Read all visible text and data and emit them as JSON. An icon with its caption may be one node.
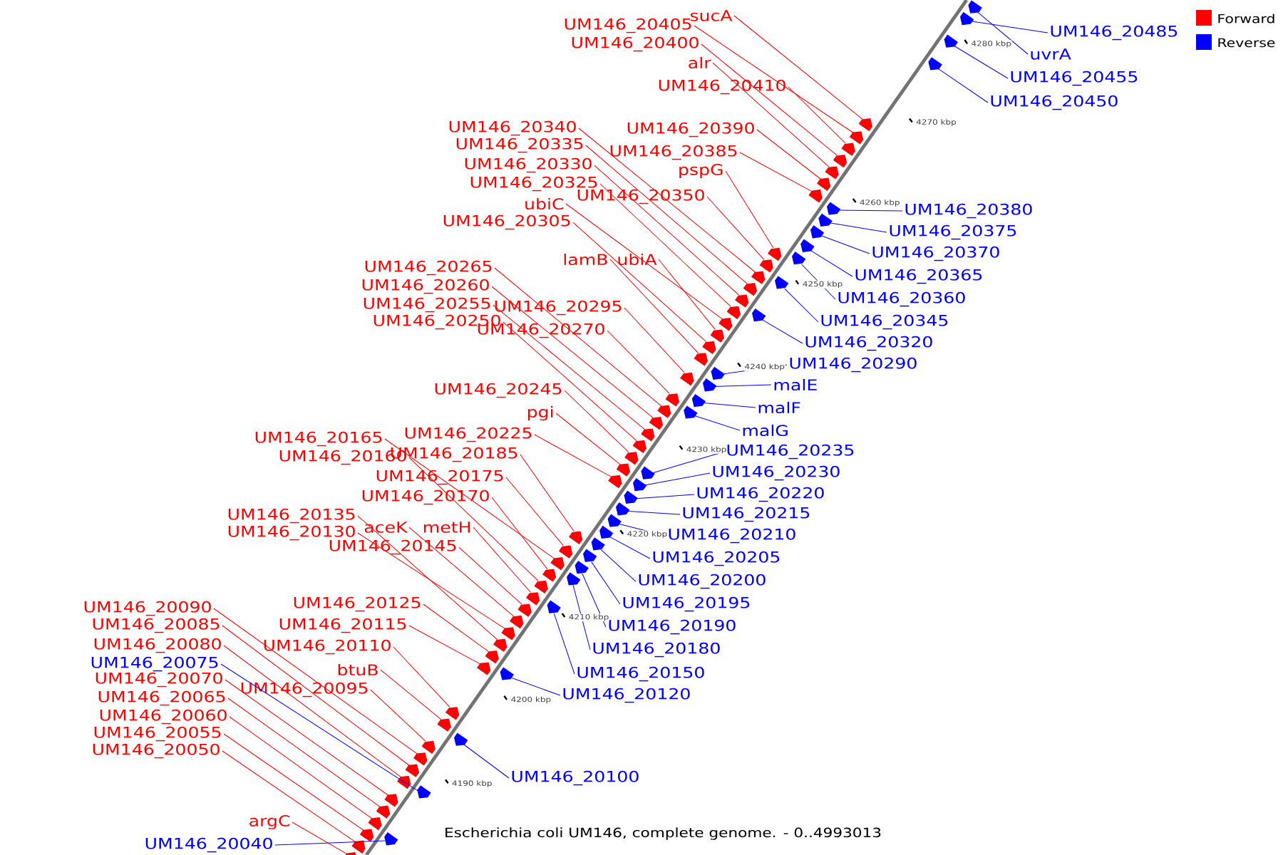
{
  "diagram": {
    "caption": "Escherichia coli UM146, complete genome. - 0..4993013",
    "nodes": [
      {
        "text": [
          "sucA"
        ]
      },
      {
        "text": [
          "UM146_20405"
        ]
      },
      {
        "text": [
          "UM146_20400"
        ]
      },
      {
        "text": [
          "alr"
        ]
      },
      {
        "text": [
          "UM146_20410"
        ]
      },
      {
        "text": [
          "UM146_20390"
        ]
      },
      {
        "text": [
          "UM146_20385"
        ]
      },
      {
        "text": [
          "pspG"
        ]
      },
      {
        "text": [
          "UM146_20340"
        ]
      },
      {
        "text": [
          "UM146_20335"
        ]
      },
      {
        "text": [
          "UM146_20330"
        ]
      },
      {
        "text": [
          "UM146_20325"
        ]
      },
      {
        "text": [
          "UM146_20350"
        ]
      },
      {
        "text": [
          "ubiC"
        ]
      },
      {
        "text": [
          "UM146_20305"
        ]
      },
      {
        "text": [
          "lamB"
        ]
      },
      {
        "text": [
          "ubiA"
        ]
      },
      {
        "text": [
          "UM146_20265"
        ]
      },
      {
        "text": [
          "UM146_20260"
        ]
      },
      {
        "text": [
          "UM146_20255"
        ]
      },
      {
        "text": [
          "UM146_20250"
        ]
      },
      {
        "text": [
          "UM146_20295"
        ]
      },
      {
        "text": [
          "UM146_20270"
        ]
      },
      {
        "text": [
          "UM146_20245"
        ]
      },
      {
        "text": [
          "pgi"
        ]
      },
      {
        "text": [
          "UM146_20225"
        ]
      },
      {
        "text": [
          "UM146_20165"
        ]
      },
      {
        "text": [
          "UM146_20160"
        ]
      },
      {
        "text": [
          "UM146_20185"
        ]
      },
      {
        "text": [
          "UM146_20175"
        ]
      },
      {
        "text": [
          "UM146_20170"
        ]
      },
      {
        "text": [
          "UM146_20135"
        ]
      },
      {
        "text": [
          "UM146_20130"
        ]
      },
      {
        "text": [
          "aceK"
        ]
      },
      {
        "text": [
          "metH"
        ]
      },
      {
        "text": [
          "UM146_20145"
        ]
      },
      {
        "text": [
          "UM146_20125"
        ]
      },
      {
        "text": [
          "UM146_20115"
        ]
      },
      {
        "text": [
          "UM146_20110"
        ]
      },
      {
        "text": [
          "btuB"
        ]
      },
      {
        "text": [
          "UM146_20095"
        ]
      },
      {
        "text": [
          "UM146_20090"
        ]
      },
      {
        "text": [
          "UM146_20085"
        ]
      },
      {
        "text": [
          "UM146_20080"
        ]
      },
      {
        "text": [
          "UM146_20075"
        ]
      },
      {
        "text": [
          "UM146_20070"
        ]
      },
      {
        "text": [
          "UM146_20065"
        ]
      },
      {
        "text": [
          "UM146_20060"
        ]
      },
      {
        "text": [
          "UM146_20055"
        ]
      },
      {
        "text": [
          "UM146_20050"
        ]
      },
      {
        "text": [
          "argC"
        ]
      },
      {
        "text": [
          "UM146_20040"
        ]
      },
      {
        "text": [
          "UM146_20485"
        ]
      },
      {
        "text": [
          "uvrA"
        ]
      },
      {
        "text": [
          "UM146_20455"
        ]
      },
      {
        "text": [
          "UM146_20450"
        ]
      },
      {
        "text": [
          "UM146_20380"
        ]
      },
      {
        "text": [
          "UM146_20375"
        ]
      },
      {
        "text": [
          "UM146_20370"
        ]
      },
      {
        "text": [
          "UM146_20365"
        ]
      },
      {
        "text": [
          "UM146_20360"
        ]
      },
      {
        "text": [
          "UM146_20345"
        ]
      },
      {
        "text": [
          "UM146_20320"
        ]
      },
      {
        "text": [
          "UM146_20290"
        ]
      },
      {
        "text": [
          "malE"
        ]
      },
      {
        "text": [
          "malF"
        ]
      },
      {
        "text": [
          "malG"
        ]
      },
      {
        "text": [
          "UM146_20235"
        ]
      },
      {
        "text": [
          "UM146_20230"
        ]
      },
      {
        "text": [
          "UM146_20220"
        ]
      },
      {
        "text": [
          "UM146_20215"
        ]
      },
      {
        "text": [
          "UM146_20210"
        ]
      },
      {
        "text": [
          "UM146_20205"
        ]
      },
      {
        "text": [
          "UM146_20200"
        ]
      },
      {
        "text": [
          "UM146_20195"
        ]
      },
      {
        "text": [
          "UM146_20190"
        ]
      },
      {
        "text": [
          "UM146_20180"
        ]
      },
      {
        "text": [
          "UM146_20150"
        ]
      },
      {
        "text": [
          "UM146_20120"
        ]
      },
      {
        "text": [
          "UM146_20100"
        ]
      },
      {
        "text": [],
        "shape": "arrow"
      },
      {
        "text": [],
        "shape": "arrow"
      },
      {
        "text": [],
        "shape": "arrow"
      },
      {
        "text": [],
        "shape": "arrow"
      },
      {
        "text": [],
        "shape": "arrow"
      },
      {
        "text": [],
        "shape": "arrow"
      },
      {
        "text": [],
        "shape": "arrow"
      },
      {
        "text": [],
        "shape": "arrow"
      },
      {
        "text": [],
        "shape": "arrow"
      },
      {
        "text": [],
        "shape": "arrow"
      },
      {
        "text": [],
        "shape": "arrow"
      },
      {
        "text": [],
        "shape": "arrow"
      },
      {
        "text": [],
        "shape": "arrow"
      },
      {
        "text": [],
        "shape": "arrow"
      },
      {
        "text": [],
        "shape": "arrow"
      },
      {
        "text": [],
        "shape": "arrow"
      },
      {
        "text": [],
        "shape": "arrow"
      },
      {
        "text": [],
        "shape": "arrow"
      },
      {
        "text": [],
        "shape": "arrow"
      },
      {
        "text": [],
        "shape": "arrow"
      },
      {
        "text": [],
        "shape": "arrow"
      },
      {
        "text": [],
        "shape": "arrow"
      },
      {
        "text": [],
        "shape": "arrow"
      },
      {
        "text": [],
        "shape": "arrow"
      },
      {
        "text": [],
        "shape": "arrow"
      },
      {
        "text": [],
        "shape": "arrow"
      },
      {
        "text": [],
        "shape": "arrow"
      },
      {
        "text": [],
        "shape": "arrow"
      },
      {
        "text": [],
        "shape": "arrow"
      },
      {
        "text": [],
        "shape": "arrow"
      },
      {
        "text": [],
        "shape": "arrow"
      },
      {
        "text": [],
        "shape": "arrow"
      },
      {
        "text": [],
        "shape": "arrow"
      },
      {
        "text": [],
        "shape": "arrow"
      },
      {
        "text": [],
        "shape": "arrow"
      },
      {
        "text": [],
        "shape": "arrow"
      },
      {
        "text": [],
        "shape": "arrow"
      },
      {
        "text": [],
        "shape": "arrow"
      },
      {
        "text": [],
        "shape": "arrow"
      },
      {
        "text": [],
        "shape": "arrow"
      },
      {
        "text": [],
        "shape": "arrow"
      },
      {
        "text": [],
        "shape": "arrow"
      },
      {
        "text": [],
        "shape": "arrow"
      },
      {
        "text": [],
        "shape": "arrow"
      },
      {
        "text": [],
        "shape": "arrow"
      },
      {
        "text": [],
        "shape": "arrow"
      },
      {
        "text": [],
        "shape": "arrow"
      },
      {
        "text": [],
        "shape": "arrow"
      },
      {
        "text": [],
        "shape": "arrow"
      },
      {
        "text": [],
        "shape": "arrow"
      },
      {
        "text": [],
        "shape": "arrow"
      },
      {
        "text": [],
        "shape": "arrow"
      },
      {
        "text": [],
        "shape": "arrow"
      },
      {
        "text": [],
        "shape": "arrow"
      },
      {
        "text": [],
        "shape": "arrow"
      },
      {
        "text": [],
        "shape": "arrow"
      },
      {
        "text": [],
        "shape": "arrow"
      },
      {
        "text": [],
        "shape": "arrow"
      },
      {
        "text": [],
        "shape": "arrow"
      },
      {
        "text": [],
        "shape": "arrow"
      },
      {
        "text": [],
        "shape": "arrow"
      },
      {
        "text": [],
        "shape": "arrow"
      },
      {
        "text": [],
        "shape": "arrow"
      },
      {
        "text": [],
        "shape": "arrow"
      },
      {
        "text": [],
        "shape": "arrow"
      },
      {
        "text": [],
        "shape": "arrow"
      },
      {
        "text": [],
        "shape": "arrow"
      },
      {
        "text": [],
        "shape": "arrow"
      },
      {
        "text": [],
        "shape": "arrow"
      },
      {
        "text": [],
        "shape": "arrow"
      },
      {
        "text": [],
        "shape": "arrow"
      },
      {
        "text": [],
        "shape": "arrow"
      },
      {
        "text": [],
        "shape": "arrow"
      },
      {
        "text": [],
        "shape": "arrow"
      },
      {
        "text": [],
        "shape": "arrow"
      },
      {
        "text": [],
        "shape": "arrow"
      },
      {
        "text": [],
        "shape": "arrow"
      },
      {
        "text": [],
        "shape": "arrow"
      },
      {
        "text": [],
        "shape": "arrow"
      },
      {
        "text": [],
        "shape": "arrow"
      }
    ],
    "edges": [
      {
        "from": 0,
        "to": 80,
        "arrow": "none"
      },
      {
        "from": 1,
        "to": 81,
        "arrow": "none"
      },
      {
        "from": 2,
        "to": 82,
        "arrow": "none"
      },
      {
        "from": 3,
        "to": 83,
        "arrow": "none"
      },
      {
        "from": 4,
        "to": 84,
        "arrow": "none"
      },
      {
        "from": 5,
        "to": 85,
        "arrow": "none"
      },
      {
        "from": 6,
        "to": 86,
        "arrow": "none"
      },
      {
        "from": 7,
        "to": 87,
        "arrow": "none"
      },
      {
        "from": 8,
        "to": 88,
        "arrow": "none"
      },
      {
        "from": 9,
        "to": 89,
        "arrow": "none"
      },
      {
        "from": 10,
        "to": 90,
        "arrow": "none"
      },
      {
        "from": 11,
        "to": 91,
        "arrow": "none"
      },
      {
        "from": 12,
        "to": 92,
        "arrow": "none"
      },
      {
        "from": 13,
        "to": 93,
        "arrow": "none"
      },
      {
        "from": 14,
        "to": 94,
        "arrow": "none"
      },
      {
        "from": 15,
        "to": 95,
        "arrow": "none"
      },
      {
        "from": 16,
        "to": 96,
        "arrow": "none"
      },
      {
        "from": 17,
        "to": 97,
        "arrow": "none"
      },
      {
        "from": 18,
        "to": 98,
        "arrow": "none"
      },
      {
        "from": 19,
        "to": 99,
        "arrow": "none"
      },
      {
        "from": 20,
        "to": 100,
        "arrow": "none"
      },
      {
        "from": 21,
        "to": 101,
        "arrow": "none"
      },
      {
        "from": 22,
        "to": 102,
        "arrow": "none"
      },
      {
        "from": 23,
        "to": 103,
        "arrow": "none"
      },
      {
        "from": 24,
        "to": 104,
        "arrow": "none"
      },
      {
        "from": 25,
        "to": 105,
        "arrow": "none"
      },
      {
        "from": 26,
        "to": 106,
        "arrow": "none"
      },
      {
        "from": 27,
        "to": 107,
        "arrow": "none"
      },
      {
        "from": 28,
        "to": 108,
        "arrow": "none"
      },
      {
        "from": 29,
        "to": 109,
        "arrow": "none"
      },
      {
        "from": 30,
        "to": 110,
        "arrow": "none"
      },
      {
        "from": 31,
        "to": 111,
        "arrow": "none"
      },
      {
        "from": 32,
        "to": 112,
        "arrow": "none"
      },
      {
        "from": 33,
        "to": 113,
        "arrow": "none"
      },
      {
        "from": 34,
        "to": 114,
        "arrow": "none"
      },
      {
        "from": 35,
        "to": 115,
        "arrow": "none"
      },
      {
        "from": 36,
        "to": 116,
        "arrow": "none"
      },
      {
        "from": 37,
        "to": 117,
        "arrow": "none"
      },
      {
        "from": 38,
        "to": 118,
        "arrow": "none"
      },
      {
        "from": 39,
        "to": 119,
        "arrow": "none"
      },
      {
        "from": 40,
        "to": 120,
        "arrow": "none"
      },
      {
        "from": 41,
        "to": 121,
        "arrow": "none"
      },
      {
        "from": 42,
        "to": 122,
        "arrow": "none"
      },
      {
        "from": 43,
        "to": 123,
        "arrow": "none"
      },
      {
        "from": 44,
        "to": 124,
        "arrow": "none",
        "color": "#0000ff"
      },
      {
        "from": 45,
        "to": 125,
        "arrow": "none"
      },
      {
        "from": 46,
        "to": 126,
        "arrow": "none"
      },
      {
        "from": 47,
        "to": 127,
        "arrow": "none"
      },
      {
        "from": 48,
        "to": 128,
        "arrow": "none"
      },
      {
        "from": 49,
        "to": 129,
        "arrow": "none"
      },
      {
        "from": 50,
        "to": 130,
        "arrow": "none"
      },
      {
        "from": 51,
        "to": 131,
        "arrow": "none",
        "color": "#0000ff"
      },
      {
        "from": 52,
        "to": 132,
        "arrow": "none",
        "color": "#0000ff"
      },
      {
        "from": 53,
        "to": 133,
        "arrow": "none",
        "color": "#0000ff"
      },
      {
        "from": 54,
        "to": 134,
        "arrow": "none",
        "color": "#0000ff"
      },
      {
        "from": 55,
        "to": 135,
        "arrow": "none",
        "color": "#0000ff"
      },
      {
        "from": 56,
        "to": 136,
        "arrow": "none",
        "color": "#0000ff"
      },
      {
        "from": 57,
        "to": 137,
        "arrow": "none",
        "color": "#0000ff"
      },
      {
        "from": 58,
        "to": 138,
        "arrow": "none",
        "color": "#0000ff"
      },
      {
        "from": 59,
        "to": 139,
        "arrow": "none",
        "color": "#0000ff"
      },
      {
        "from": 60,
        "to": 140,
        "arrow": "none",
        "color": "#0000ff"
      },
      {
        "from": 61,
        "to": 141,
        "arrow": "none",
        "color": "#0000ff"
      },
      {
        "from": 62,
        "to": 142,
        "arrow": "none",
        "color": "#0000ff"
      },
      {
        "from": 63,
        "to": 143,
        "arrow": "none",
        "color": "#0000ff"
      },
      {
        "from": 64,
        "to": 144,
        "arrow": "none",
        "color": "#0000ff"
      },
      {
        "from": 65,
        "to": 145,
        "arrow": "none",
        "color": "#0000ff"
      },
      {
        "from": 66,
        "to": 146,
        "arrow": "none",
        "color": "#0000ff"
      },
      {
        "from": 67,
        "to": 147,
        "arrow": "none",
        "color": "#0000ff"
      },
      {
        "from": 68,
        "to": 148,
        "arrow": "none",
        "color": "#0000ff"
      },
      {
        "from": 69,
        "to": 149,
        "arrow": "none",
        "color": "#0000ff"
      },
      {
        "from": 70,
        "to": 150,
        "arrow": "none",
        "color": "#0000ff"
      },
      {
        "from": 71,
        "to": 151,
        "arrow": "none",
        "color": "#0000ff"
      },
      {
        "from": 72,
        "to": 152,
        "arrow": "none",
        "color": "#0000ff"
      },
      {
        "from": 73,
        "to": 153,
        "arrow": "none",
        "color": "#0000ff"
      },
      {
        "from": 74,
        "to": 154,
        "arrow": "none",
        "color": "#0000ff"
      },
      {
        "from": 75,
        "to": 155,
        "arrow": "none",
        "color": "#0000ff"
      },
      {
        "from": 76,
        "to": 156,
        "arrow": "none",
        "color": "#0000ff"
      },
      {
        "from": 77,
        "to": 157,
        "arrow": "none",
        "color": "#0000ff"
      },
      {
        "from": 78,
        "to": 158,
        "arrow": "none",
        "color": "#0000ff"
      },
      {
        "from": 79,
        "to": 159,
        "arrow": "none",
        "color": "#0000ff"
      }
    ],
    "labels": [
      "4280 kbp",
      "4270 kbp",
      "4260 kbp",
      "4250 kbp",
      "4240 kbp",
      "4230 kbp",
      "4220 kbp",
      "4210 kbp",
      "4200 kbp",
      "4190 kbp"
    ],
    "legend": [
      {
        "text": "Forward",
        "color": "#ff0000"
      },
      {
        "text": "Reverse",
        "color": "#0000ff"
      }
    ]
  }
}
